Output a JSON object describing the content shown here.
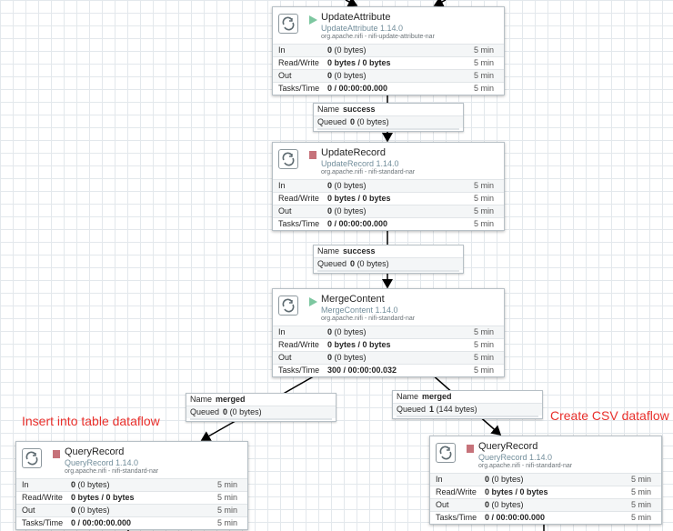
{
  "processors": {
    "update_attribute": {
      "name": "UpdateAttribute",
      "type": "UpdateAttribute 1.14.0",
      "bundle": "org.apache.nifi - nifi-update-attribute-nar",
      "state": "running",
      "stats": {
        "in_label": "In",
        "in_value": "0",
        "in_unit": "(0 bytes)",
        "in_time": "5 min",
        "rw_label": "Read/Write",
        "rw_value": "0 bytes / 0 bytes",
        "rw_time": "5 min",
        "out_label": "Out",
        "out_value": "0",
        "out_unit": "(0 bytes)",
        "out_time": "5 min",
        "tasks_label": "Tasks/Time",
        "tasks_value": "0 / 00:00:00.000",
        "tasks_time": "5 min"
      }
    },
    "update_record": {
      "name": "UpdateRecord",
      "type": "UpdateRecord 1.14.0",
      "bundle": "org.apache.nifi - nifi-standard-nar",
      "state": "stopped",
      "stats": {
        "in_label": "In",
        "in_value": "0",
        "in_unit": "(0 bytes)",
        "in_time": "5 min",
        "rw_label": "Read/Write",
        "rw_value": "0 bytes / 0 bytes",
        "rw_time": "5 min",
        "out_label": "Out",
        "out_value": "0",
        "out_unit": "(0 bytes)",
        "out_time": "5 min",
        "tasks_label": "Tasks/Time",
        "tasks_value": "0 / 00:00:00.000",
        "tasks_time": "5 min"
      }
    },
    "merge_content": {
      "name": "MergeContent",
      "type": "MergeContent 1.14.0",
      "bundle": "org.apache.nifi - nifi-standard-nar",
      "state": "running",
      "stats": {
        "in_label": "In",
        "in_value": "0",
        "in_unit": "(0 bytes)",
        "in_time": "5 min",
        "rw_label": "Read/Write",
        "rw_value": "0 bytes / 0 bytes",
        "rw_time": "5 min",
        "out_label": "Out",
        "out_value": "0",
        "out_unit": "(0 bytes)",
        "out_time": "5 min",
        "tasks_label": "Tasks/Time",
        "tasks_value": "300 / 00:00:00.032",
        "tasks_time": "5 min"
      }
    },
    "query_record_left": {
      "name": "QueryRecord",
      "type": "QueryRecord 1.14.0",
      "bundle": "org.apache.nifi - nifi-standard-nar",
      "state": "stopped",
      "stats": {
        "in_label": "In",
        "in_value": "0",
        "in_unit": "(0 bytes)",
        "in_time": "5 min",
        "rw_label": "Read/Write",
        "rw_value": "0 bytes / 0 bytes",
        "rw_time": "5 min",
        "out_label": "Out",
        "out_value": "0",
        "out_unit": "(0 bytes)",
        "out_time": "5 min",
        "tasks_label": "Tasks/Time",
        "tasks_value": "0 / 00:00:00.000",
        "tasks_time": "5 min"
      }
    },
    "query_record_right": {
      "name": "QueryRecord",
      "type": "QueryRecord 1.14.0",
      "bundle": "org.apache.nifi - nifi-standard-nar",
      "state": "stopped",
      "stats": {
        "in_label": "In",
        "in_value": "0",
        "in_unit": "(0 bytes)",
        "in_time": "5 min",
        "rw_label": "Read/Write",
        "rw_value": "0 bytes / 0 bytes",
        "rw_time": "5 min",
        "out_label": "Out",
        "out_value": "0",
        "out_unit": "(0 bytes)",
        "out_time": "5 min",
        "tasks_label": "Tasks/Time",
        "tasks_value": "0 / 00:00:00.000",
        "tasks_time": "5 min"
      }
    }
  },
  "connections": {
    "c1": {
      "name_label": "Name",
      "name": "success",
      "queued_label": "Queued",
      "queued_count": "0",
      "queued_size": "(0 bytes)"
    },
    "c2": {
      "name_label": "Name",
      "name": "success",
      "queued_label": "Queued",
      "queued_count": "0",
      "queued_size": "(0 bytes)"
    },
    "c3": {
      "name_label": "Name",
      "name": "merged",
      "queued_label": "Queued",
      "queued_count": "0",
      "queued_size": "(0 bytes)"
    },
    "c4": {
      "name_label": "Name",
      "name": "merged",
      "queued_label": "Queued",
      "queued_count": "1",
      "queued_size": "(144 bytes)"
    }
  },
  "annotations": {
    "left": "Insert into table dataflow",
    "right": "Create CSV dataflow"
  },
  "colors": {
    "running": "#7dc7a0",
    "stopped": "#c6727a",
    "annotation": "#e8302c",
    "canvas_grid": "#e3e8ec"
  },
  "icons": {
    "processor": "processor-icon",
    "running": "play-icon",
    "stopped": "stop-icon"
  }
}
